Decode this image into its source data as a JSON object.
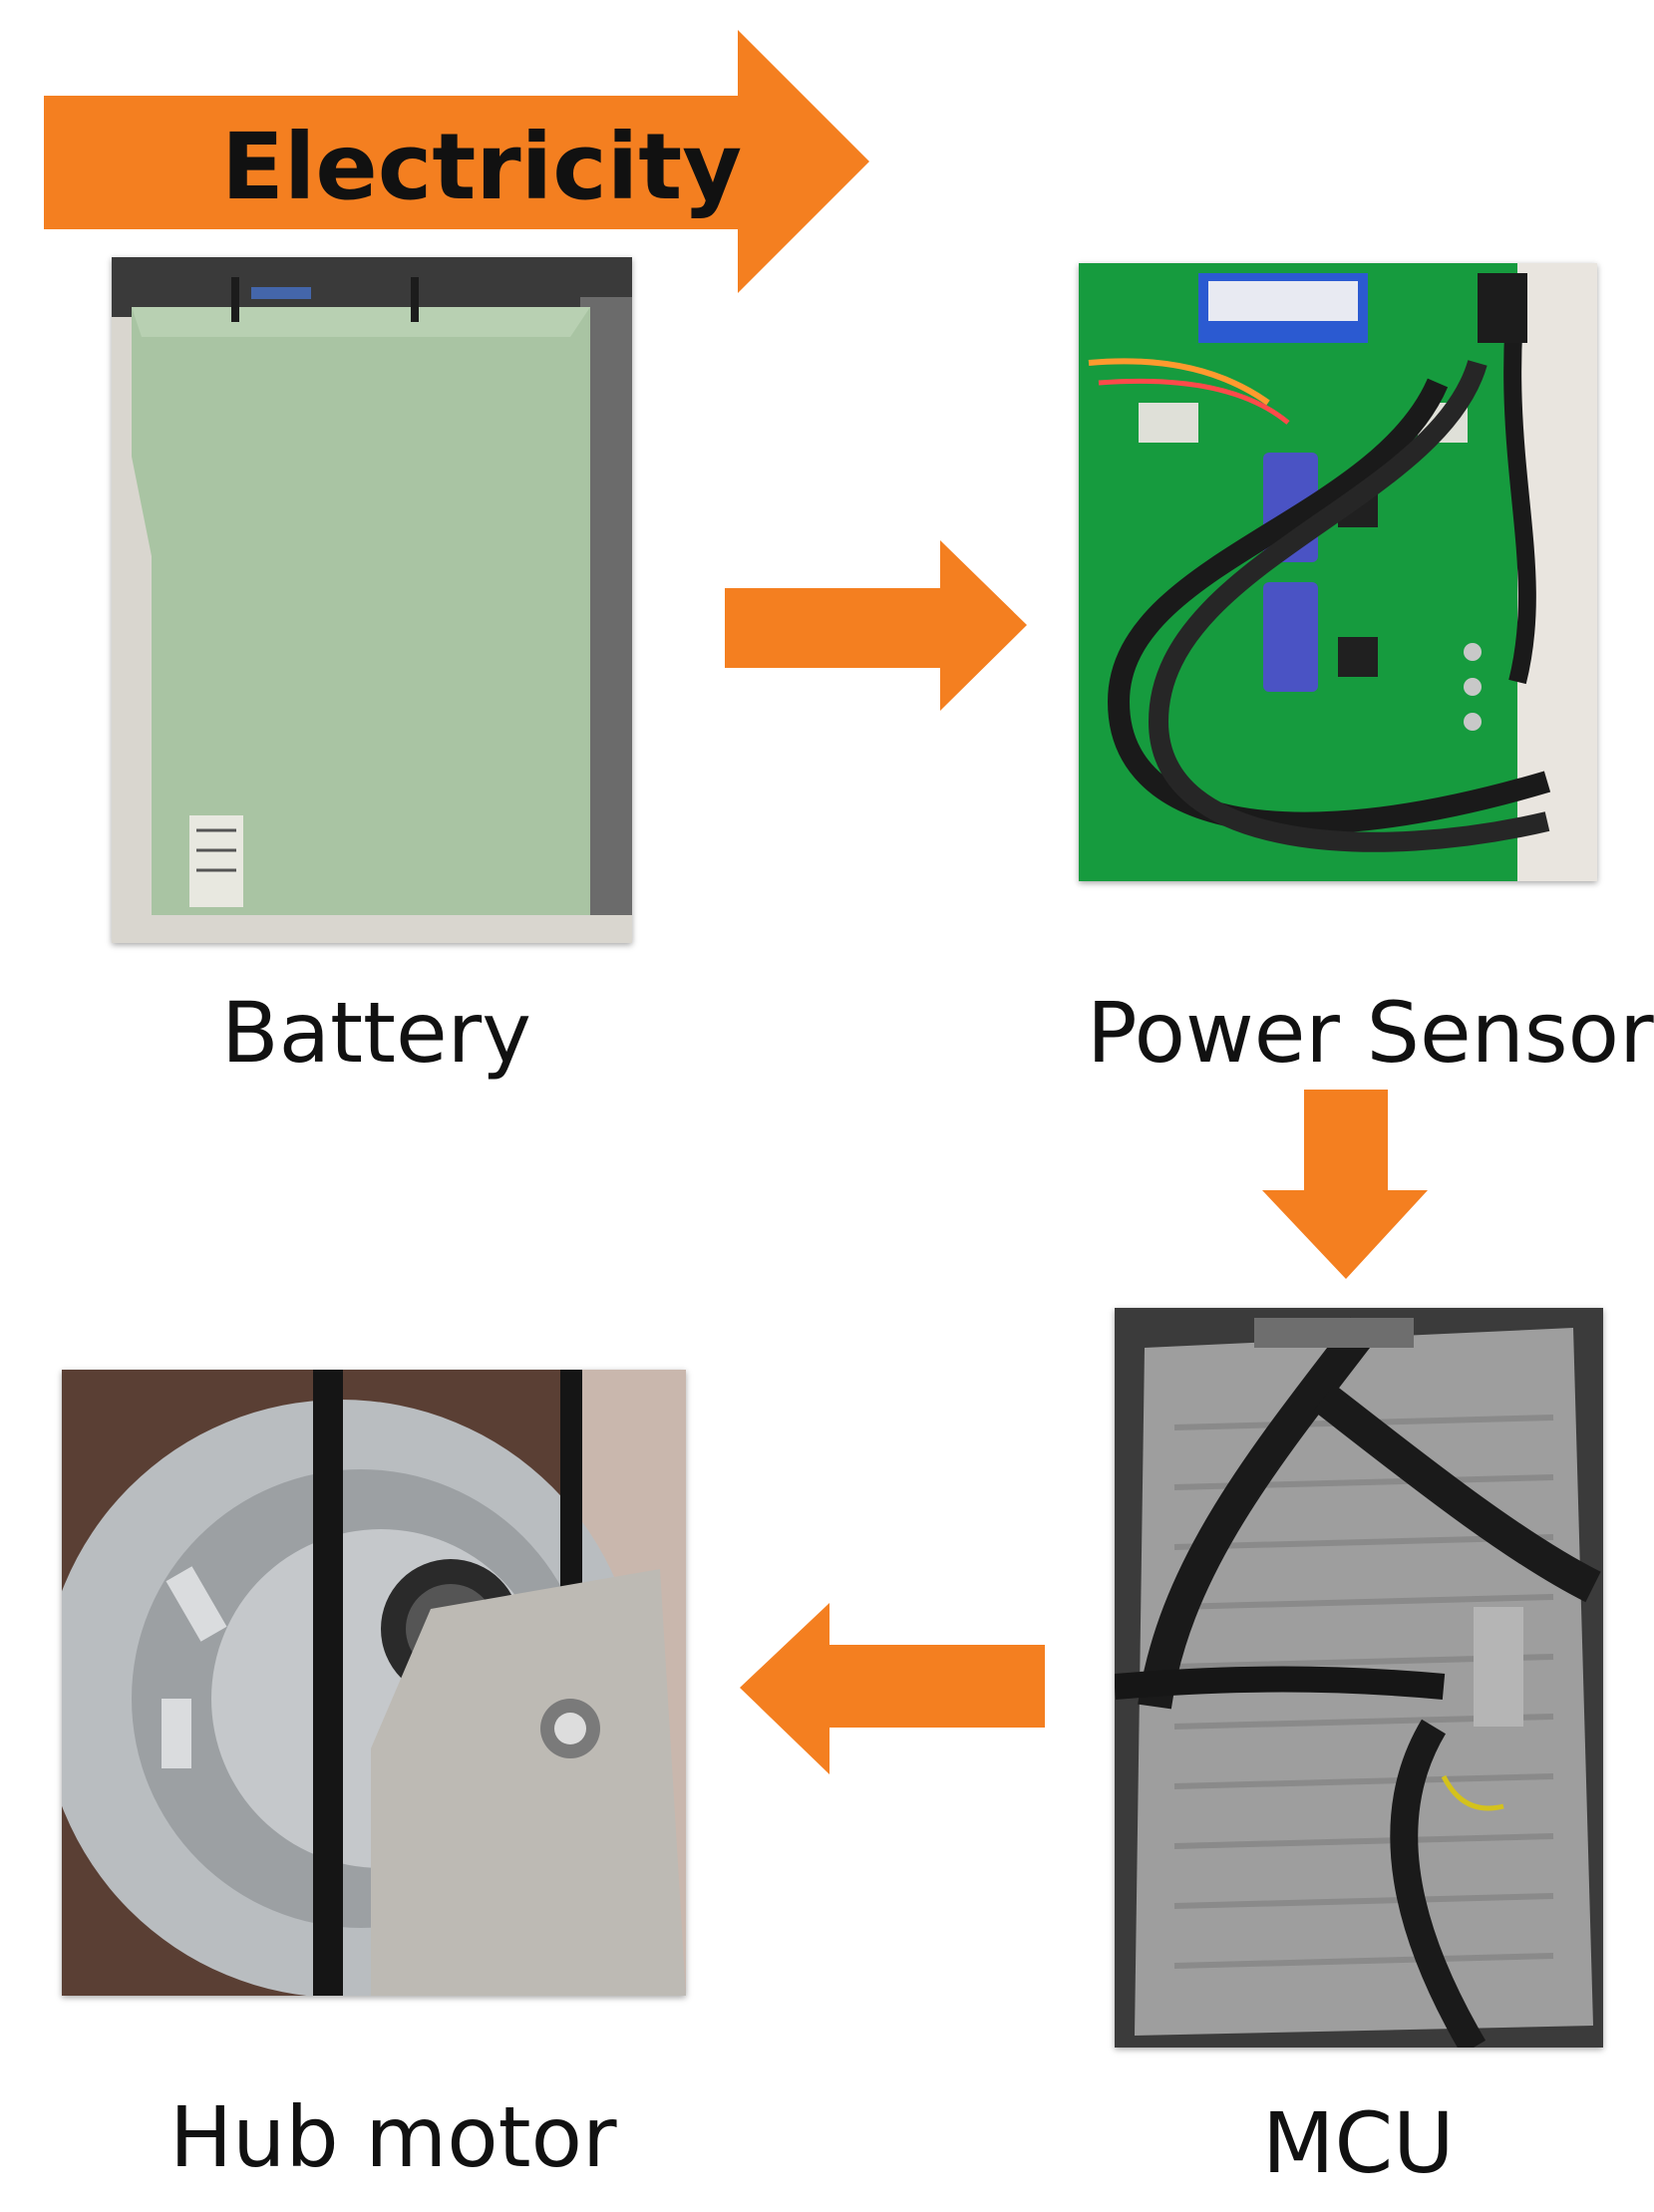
{
  "banner": {
    "label": "Electricity"
  },
  "nodes": [
    {
      "id": "battery",
      "label": "Battery"
    },
    {
      "id": "power-sensor",
      "label": "Power Sensor"
    },
    {
      "id": "mcu",
      "label": "MCU"
    },
    {
      "id": "hub-motor",
      "label": "Hub motor"
    }
  ],
  "colors": {
    "arrow": "#F47F20",
    "battery_case": "#A9C4A3",
    "pcb": "#169B3E",
    "mcu_metal": "#9E9E9E",
    "wheel": "#B9BDC0"
  }
}
